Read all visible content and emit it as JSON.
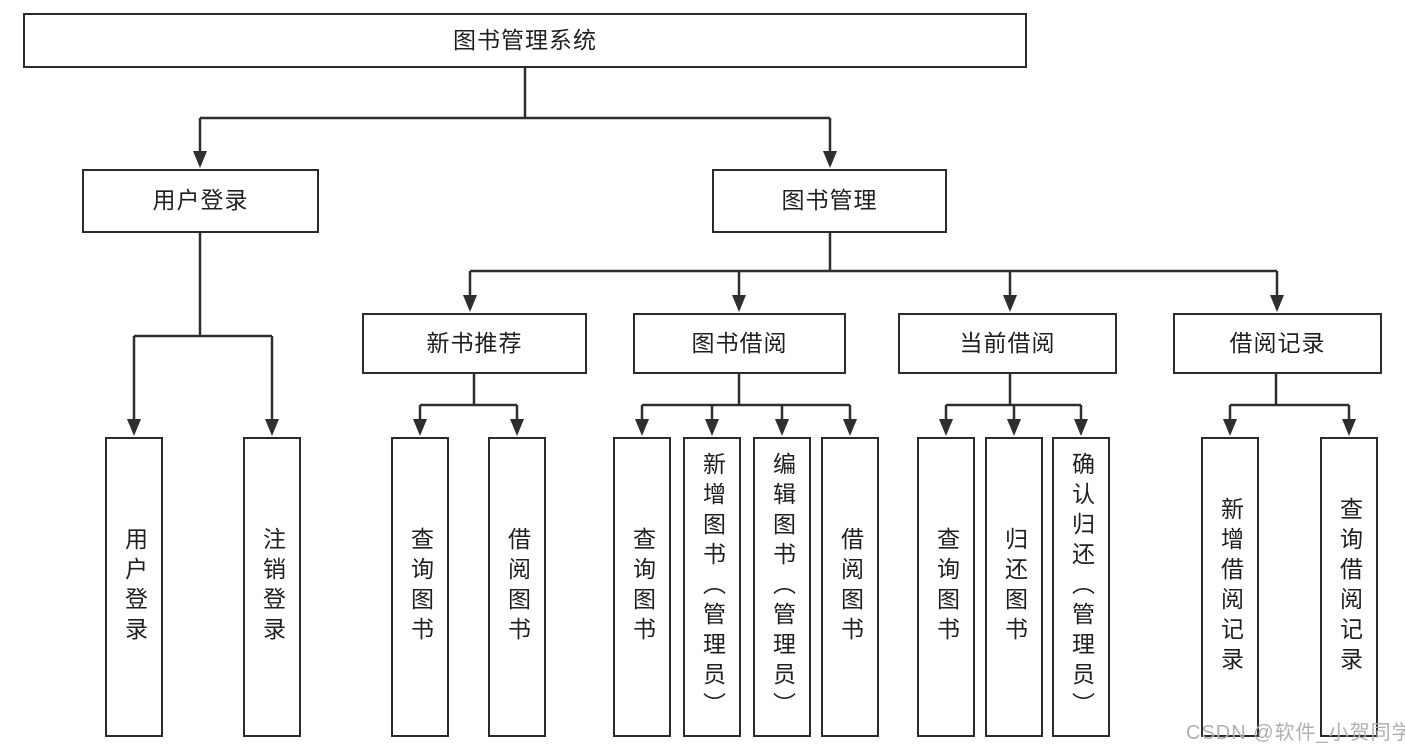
{
  "diagram": {
    "root_label": "图书管理系统",
    "user_login": {
      "label": "用户登录",
      "children": [
        "用户登录",
        "注销登录"
      ]
    },
    "book_management": {
      "label": "图书管理"
    },
    "modules": [
      {
        "label": "新书推荐",
        "children": [
          "查询图书",
          "借阅图书"
        ]
      },
      {
        "label": "图书借阅",
        "children": [
          "查询图书",
          "新增图书（管理员）",
          "编辑图书（管理员）",
          "借阅图书"
        ]
      },
      {
        "label": "当前借阅",
        "children": [
          "查询图书",
          "归还图书",
          "确认归还（管理员）"
        ]
      },
      {
        "label": "借阅记录",
        "children": [
          "新增借阅记录",
          "查询借阅记录"
        ]
      }
    ],
    "watermark": "CSDN @软件_小贺同学",
    "colors": {
      "border": "#2b2b2b",
      "line": "#2e2e2e",
      "text": "#1f1f1f",
      "watermark": "#b0b0b0",
      "background": "#ffffff"
    }
  }
}
